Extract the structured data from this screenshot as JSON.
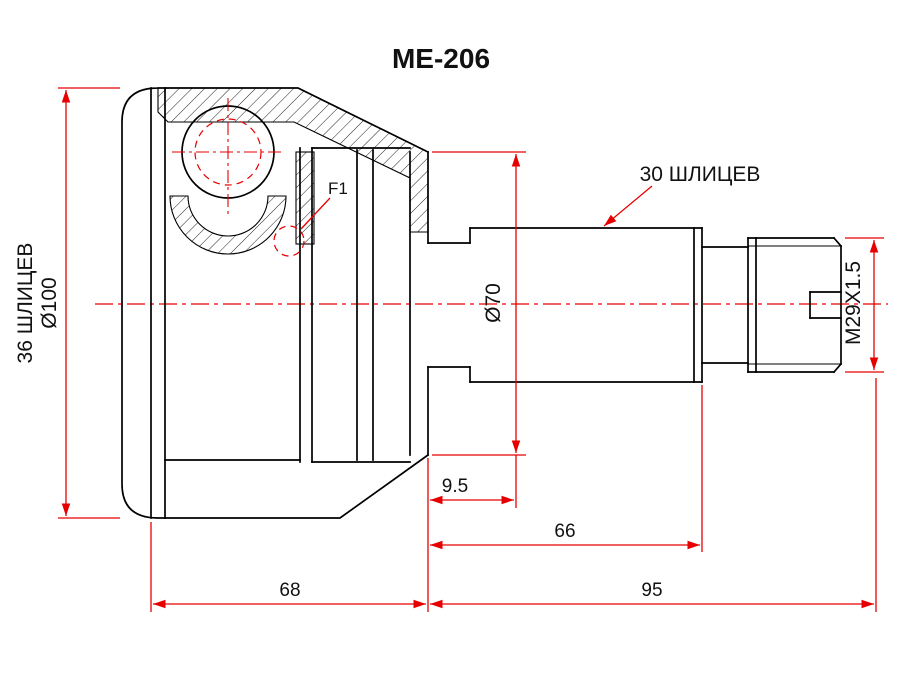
{
  "title": "ME-206",
  "labels": {
    "left_splines": "36 ШЛИЦЕВ",
    "left_diameter": "Ø100",
    "shaft_splines": "30 ШЛИЦЕВ",
    "flange_diameter": "Ø70",
    "thread_spec": "M29X1.5",
    "detail": "F1"
  },
  "dimensions": {
    "neck_length": "9.5",
    "shaft_length": "66",
    "housing_length": "68",
    "stem_length": "95"
  },
  "colors": {
    "dimension_lines": "#e60000",
    "drawing_lines": "#000000",
    "text": "#111111",
    "background": "#ffffff"
  }
}
